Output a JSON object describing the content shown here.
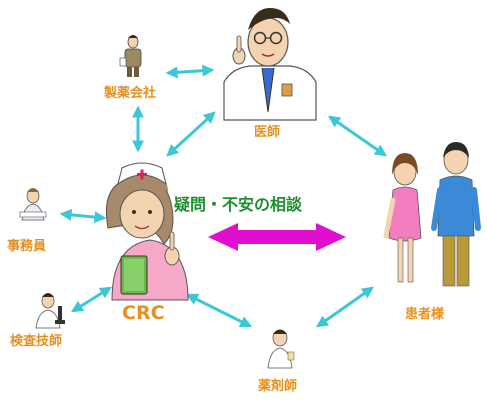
{
  "labels": {
    "pharma": "製薬会社",
    "doctor": "医師",
    "clerk": "事務員",
    "lab_tech": "検査技師",
    "pharmacist": "薬剤師",
    "patients": "患者様",
    "crc": "CRC"
  },
  "center_caption": "疑問・不安の相談",
  "colors": {
    "label": "#e8901f",
    "caption": "#1e8f2e",
    "arrow": "#3cc7d6",
    "center_arrow": "#e00fd0"
  }
}
